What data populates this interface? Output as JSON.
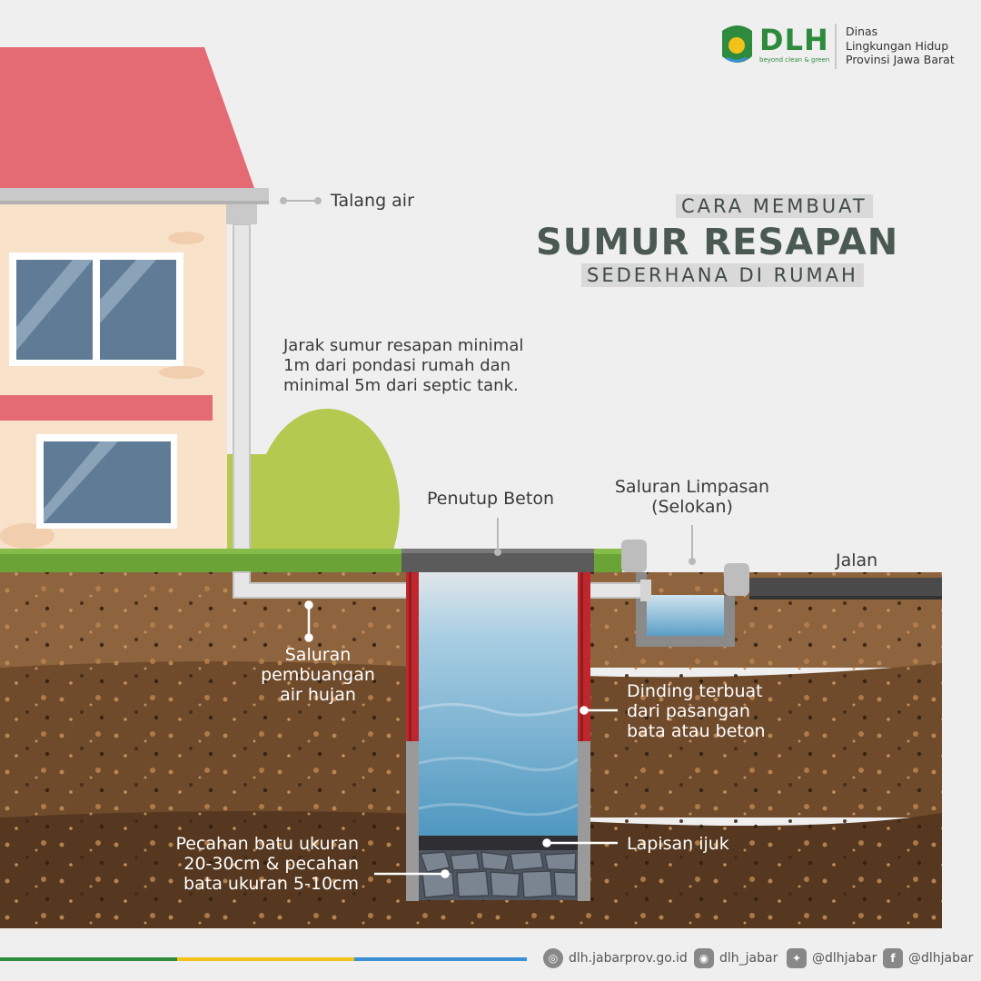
{
  "header": {
    "logo_abbrev": "DLH",
    "logo_tagline": "beyond clean & green",
    "org_line1": "Dinas",
    "org_line2": "Lingkungan Hidup",
    "org_line3": "Provinsi Jawa Barat"
  },
  "title": {
    "line1": "CARA MEMBUAT",
    "line2": "SUMUR RESAPAN",
    "line3": "SEDERHANA DI RUMAH"
  },
  "note": "Jarak sumur resapan minimal\n1m dari pondasi rumah dan\nminimal 5m dari septic tank.",
  "labels": {
    "talang": "Talang air",
    "penutup": "Penutup Beton",
    "limpasan_1": "Saluran Limpasan",
    "limpasan_2": "(Selokan)",
    "jalan": "Jalan",
    "pembuangan_1": "Saluran",
    "pembuangan_2": "pembuangan",
    "pembuangan_3": "air hujan",
    "dinding_1": "Dinding terbuat",
    "dinding_2": "dari pasangan",
    "dinding_3": "bata atau beton",
    "ijuk": "Lapisan ijuk",
    "batu_1": "Pecahan batu ukuran",
    "batu_2": "20-30cm & pecahan",
    "batu_3": "bata ukuran 5-10cm"
  },
  "footer": {
    "website": "dlh.jabarprov.go.id",
    "instagram": "dlh_jabar",
    "twitter": "@dlhjabar",
    "facebook": "@dlhjabar"
  },
  "colors": {
    "roof": "#e46a73",
    "grass": "#6aa436",
    "soil_top": "#8e643e",
    "soil_mid": "#6f4a2b",
    "soil_deep": "#55381f",
    "water": "#7fb7d6",
    "brick": "#c0272d",
    "title": "#4a5a52",
    "footer_green": "#2e8b3e",
    "footer_yellow": "#f2c21a",
    "footer_blue": "#3b8fd4"
  },
  "icons": [
    "globe-icon",
    "instagram-icon",
    "twitter-icon",
    "facebook-icon",
    "west-java-emblem-icon"
  ]
}
